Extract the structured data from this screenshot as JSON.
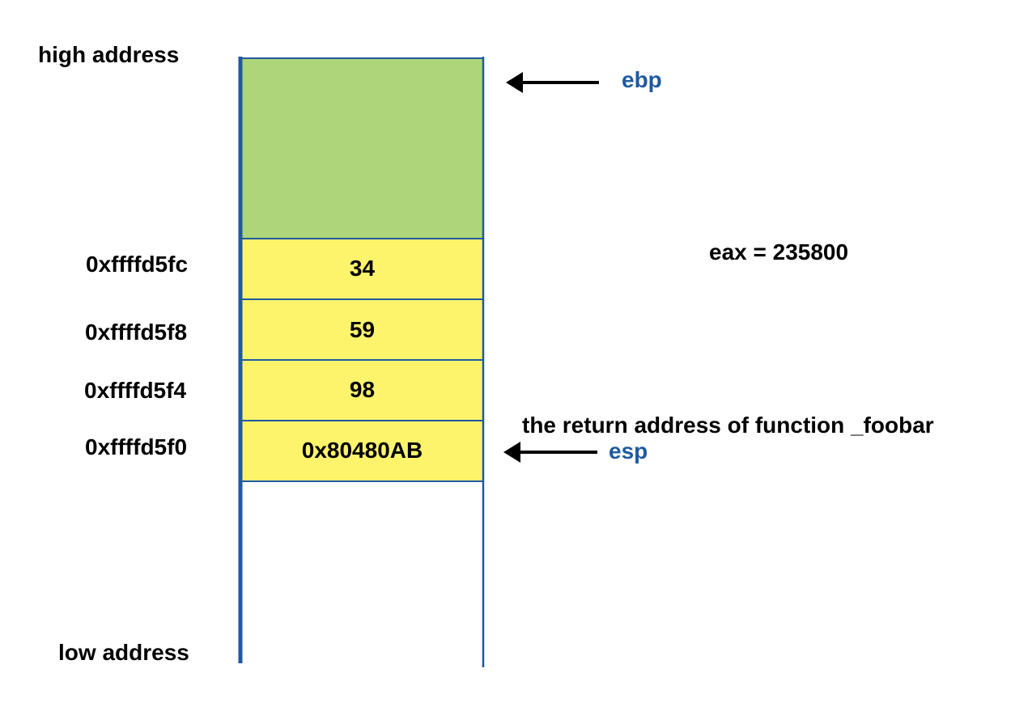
{
  "labels": {
    "high_address": "high address",
    "low_address": "low address"
  },
  "stack_cells": [
    {
      "address": "0xffffd5fc",
      "value": "34"
    },
    {
      "address": "0xffffd5f8",
      "value": "59"
    },
    {
      "address": "0xffffd5f4",
      "value": "98"
    },
    {
      "address": "0xffffd5f0",
      "value": "0x80480AB"
    }
  ],
  "registers": {
    "ebp": "ebp",
    "esp": "esp",
    "eax": "eax = 235800"
  },
  "annotations": {
    "return_address_note": "the return address of function _foobar"
  },
  "colors": {
    "frame_green": "#aed579",
    "cell_yellow": "#fdf46c",
    "border_blue": "#1f5aa0",
    "register_blue": "#1f5aa0"
  }
}
